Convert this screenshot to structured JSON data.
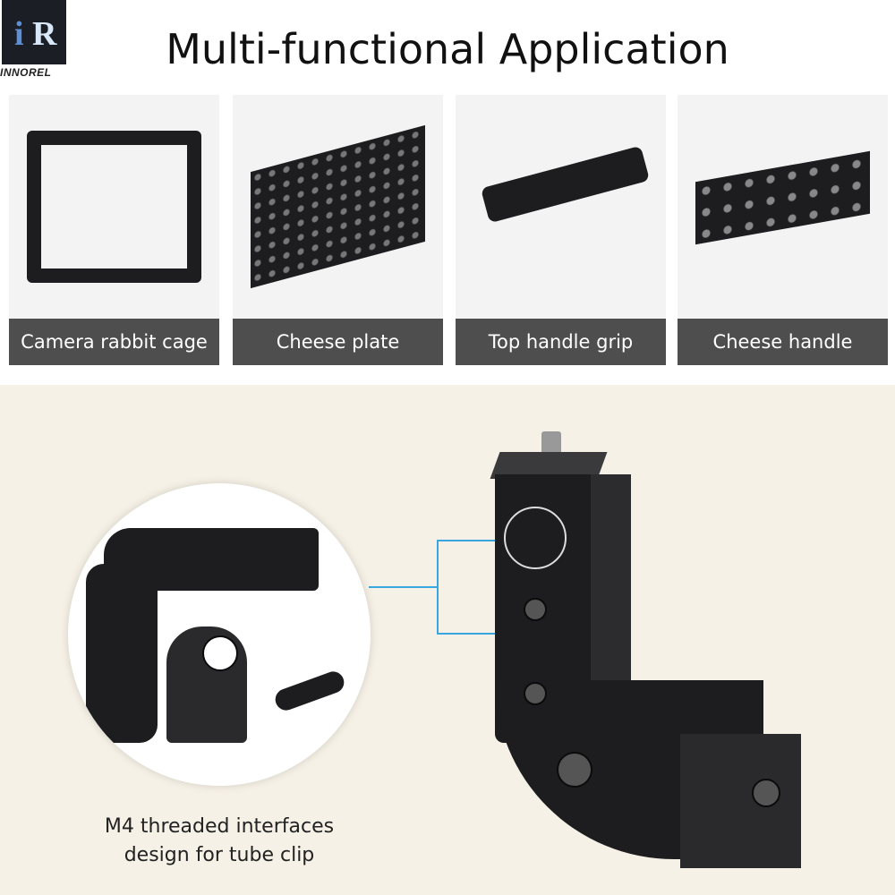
{
  "brand": {
    "logo_text": "iR",
    "name": "INNOREL"
  },
  "title": "Multi-functional Application",
  "tiles": [
    {
      "label": "Camera rabbit cage"
    },
    {
      "label": "Cheese plate"
    },
    {
      "label": "Top handle grip"
    },
    {
      "label": "Cheese handle"
    }
  ],
  "detail": {
    "caption_line1": "M4 threaded interfaces",
    "caption_line2": "design for tube clip"
  },
  "colors": {
    "accent": "#3aa6e0",
    "label_bg": "#4e4e4e",
    "bottom_bg": "#f6f1e6"
  }
}
